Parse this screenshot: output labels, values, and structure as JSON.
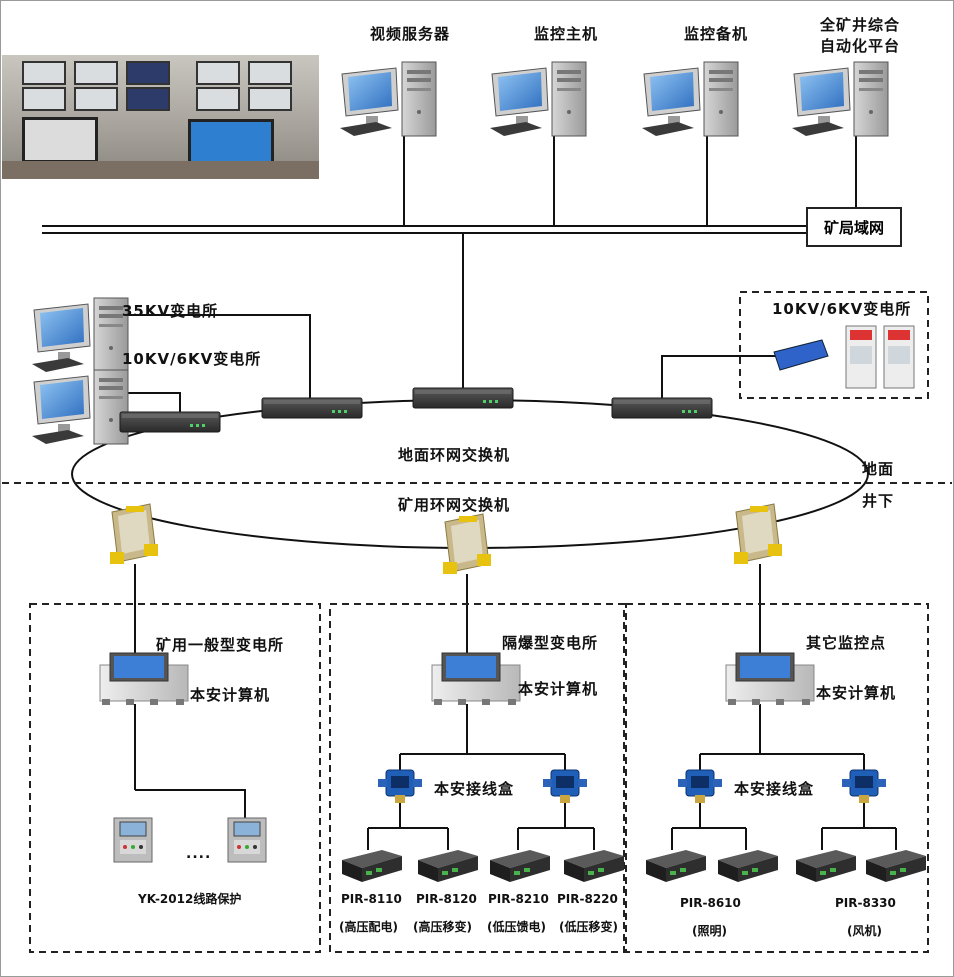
{
  "servers": {
    "video_server": "视频服务器",
    "monitor_host": "监控主机",
    "monitor_backup": "监控备机",
    "platform_line1": "全矿井综合",
    "platform_line2": "自动化平台"
  },
  "lan": "矿局域网",
  "surface": {
    "sub35": "35KV变电所",
    "sub10_left": "10KV/6KV变电所",
    "sub10_right": "10KV/6KV变电所",
    "ring_label": "地面环网交换机",
    "zone_top": "地面",
    "zone_bottom": "井下"
  },
  "underground": {
    "ring_label": "矿用环网交换机",
    "sections": [
      {
        "title": "矿用一般型变电所",
        "computer": "本安计算机",
        "device_label": "YK-2012线路保护",
        "ellipsis": "...."
      },
      {
        "title": "隔爆型变电所",
        "computer": "本安计算机",
        "junction": "本安接线盒",
        "devices": [
          {
            "model": "PIR-8110",
            "note": "(高压配电)"
          },
          {
            "model": "PIR-8120",
            "note": "(高压移变)"
          },
          {
            "model": "PIR-8210",
            "note": "(低压馈电)"
          },
          {
            "model": "PIR-8220",
            "note": "(低压移变)"
          }
        ]
      },
      {
        "title": "其它监控点",
        "computer": "本安计算机",
        "junction": "本安接线盒",
        "devices": [
          {
            "model": "PIR-8610",
            "note": "(照明)"
          },
          {
            "model": "PIR-8330",
            "note": "(风机)"
          }
        ]
      }
    ]
  },
  "colors": {
    "line": "#111111",
    "screen": "#3a7fd0",
    "junction_blue": "#1f5fb8",
    "explosion_box": "#e2c21a",
    "field_device": "#2b2b2b"
  }
}
